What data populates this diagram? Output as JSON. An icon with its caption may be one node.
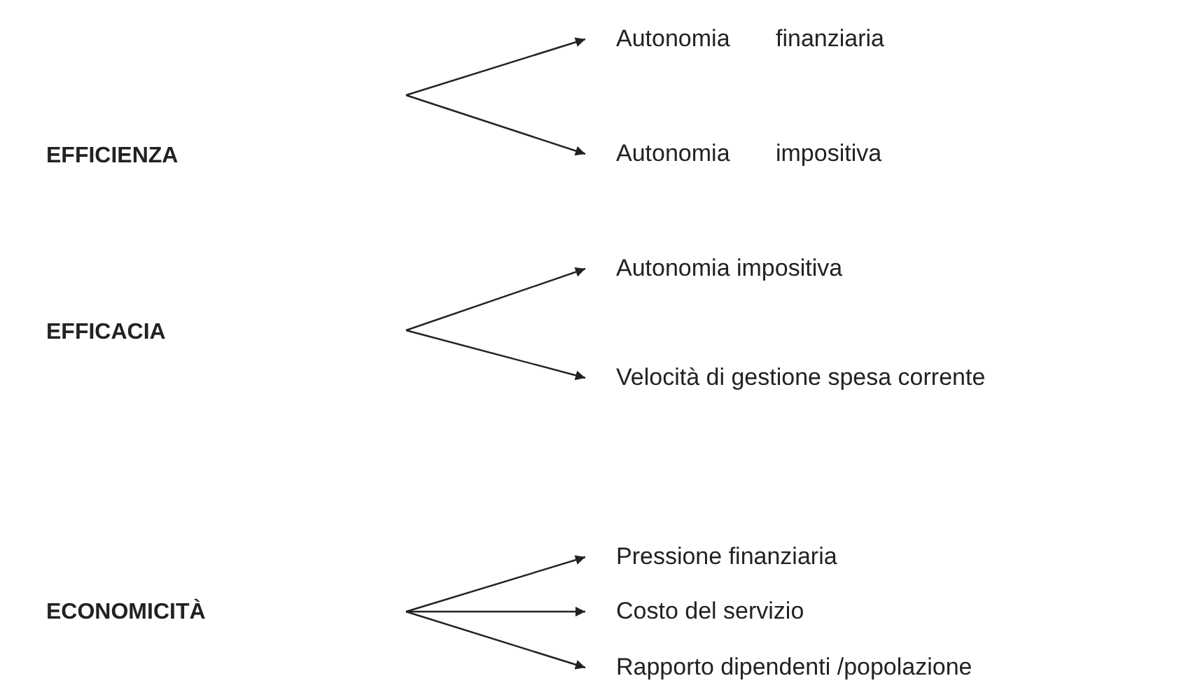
{
  "diagram": {
    "nodes": [
      {
        "text": [
          "EFFICIENZA"
        ]
      },
      {
        "text": [
          "Autonomia finanziaria"
        ]
      },
      {
        "text": [
          "Autonomia impositiva"
        ]
      },
      {
        "text": [
          "EFFICACIA"
        ]
      },
      {
        "text": [
          "Autonomia impositiva"
        ]
      },
      {
        "text": [
          "Velocità di gestione spesa corrente"
        ]
      },
      {
        "text": [
          "ECONOMICITÀ"
        ]
      },
      {
        "text": [
          "Pressione finanziaria"
        ]
      },
      {
        "text": [
          "Costo del servizio"
        ]
      },
      {
        "text": [
          "Rapporto dipendenti /popolazione"
        ]
      }
    ],
    "edges": [
      {
        "from": null,
        "to": 1,
        "arrow": "to"
      },
      {
        "from": null,
        "to": 2,
        "arrow": "to"
      },
      {
        "from": null,
        "to": 4,
        "arrow": "to"
      },
      {
        "from": null,
        "to": 5,
        "arrow": "to"
      },
      {
        "from": null,
        "to": 7,
        "arrow": "to"
      },
      {
        "from": null,
        "to": 8,
        "arrow": "to"
      },
      {
        "from": null,
        "to": 9,
        "arrow": "to"
      }
    ]
  }
}
